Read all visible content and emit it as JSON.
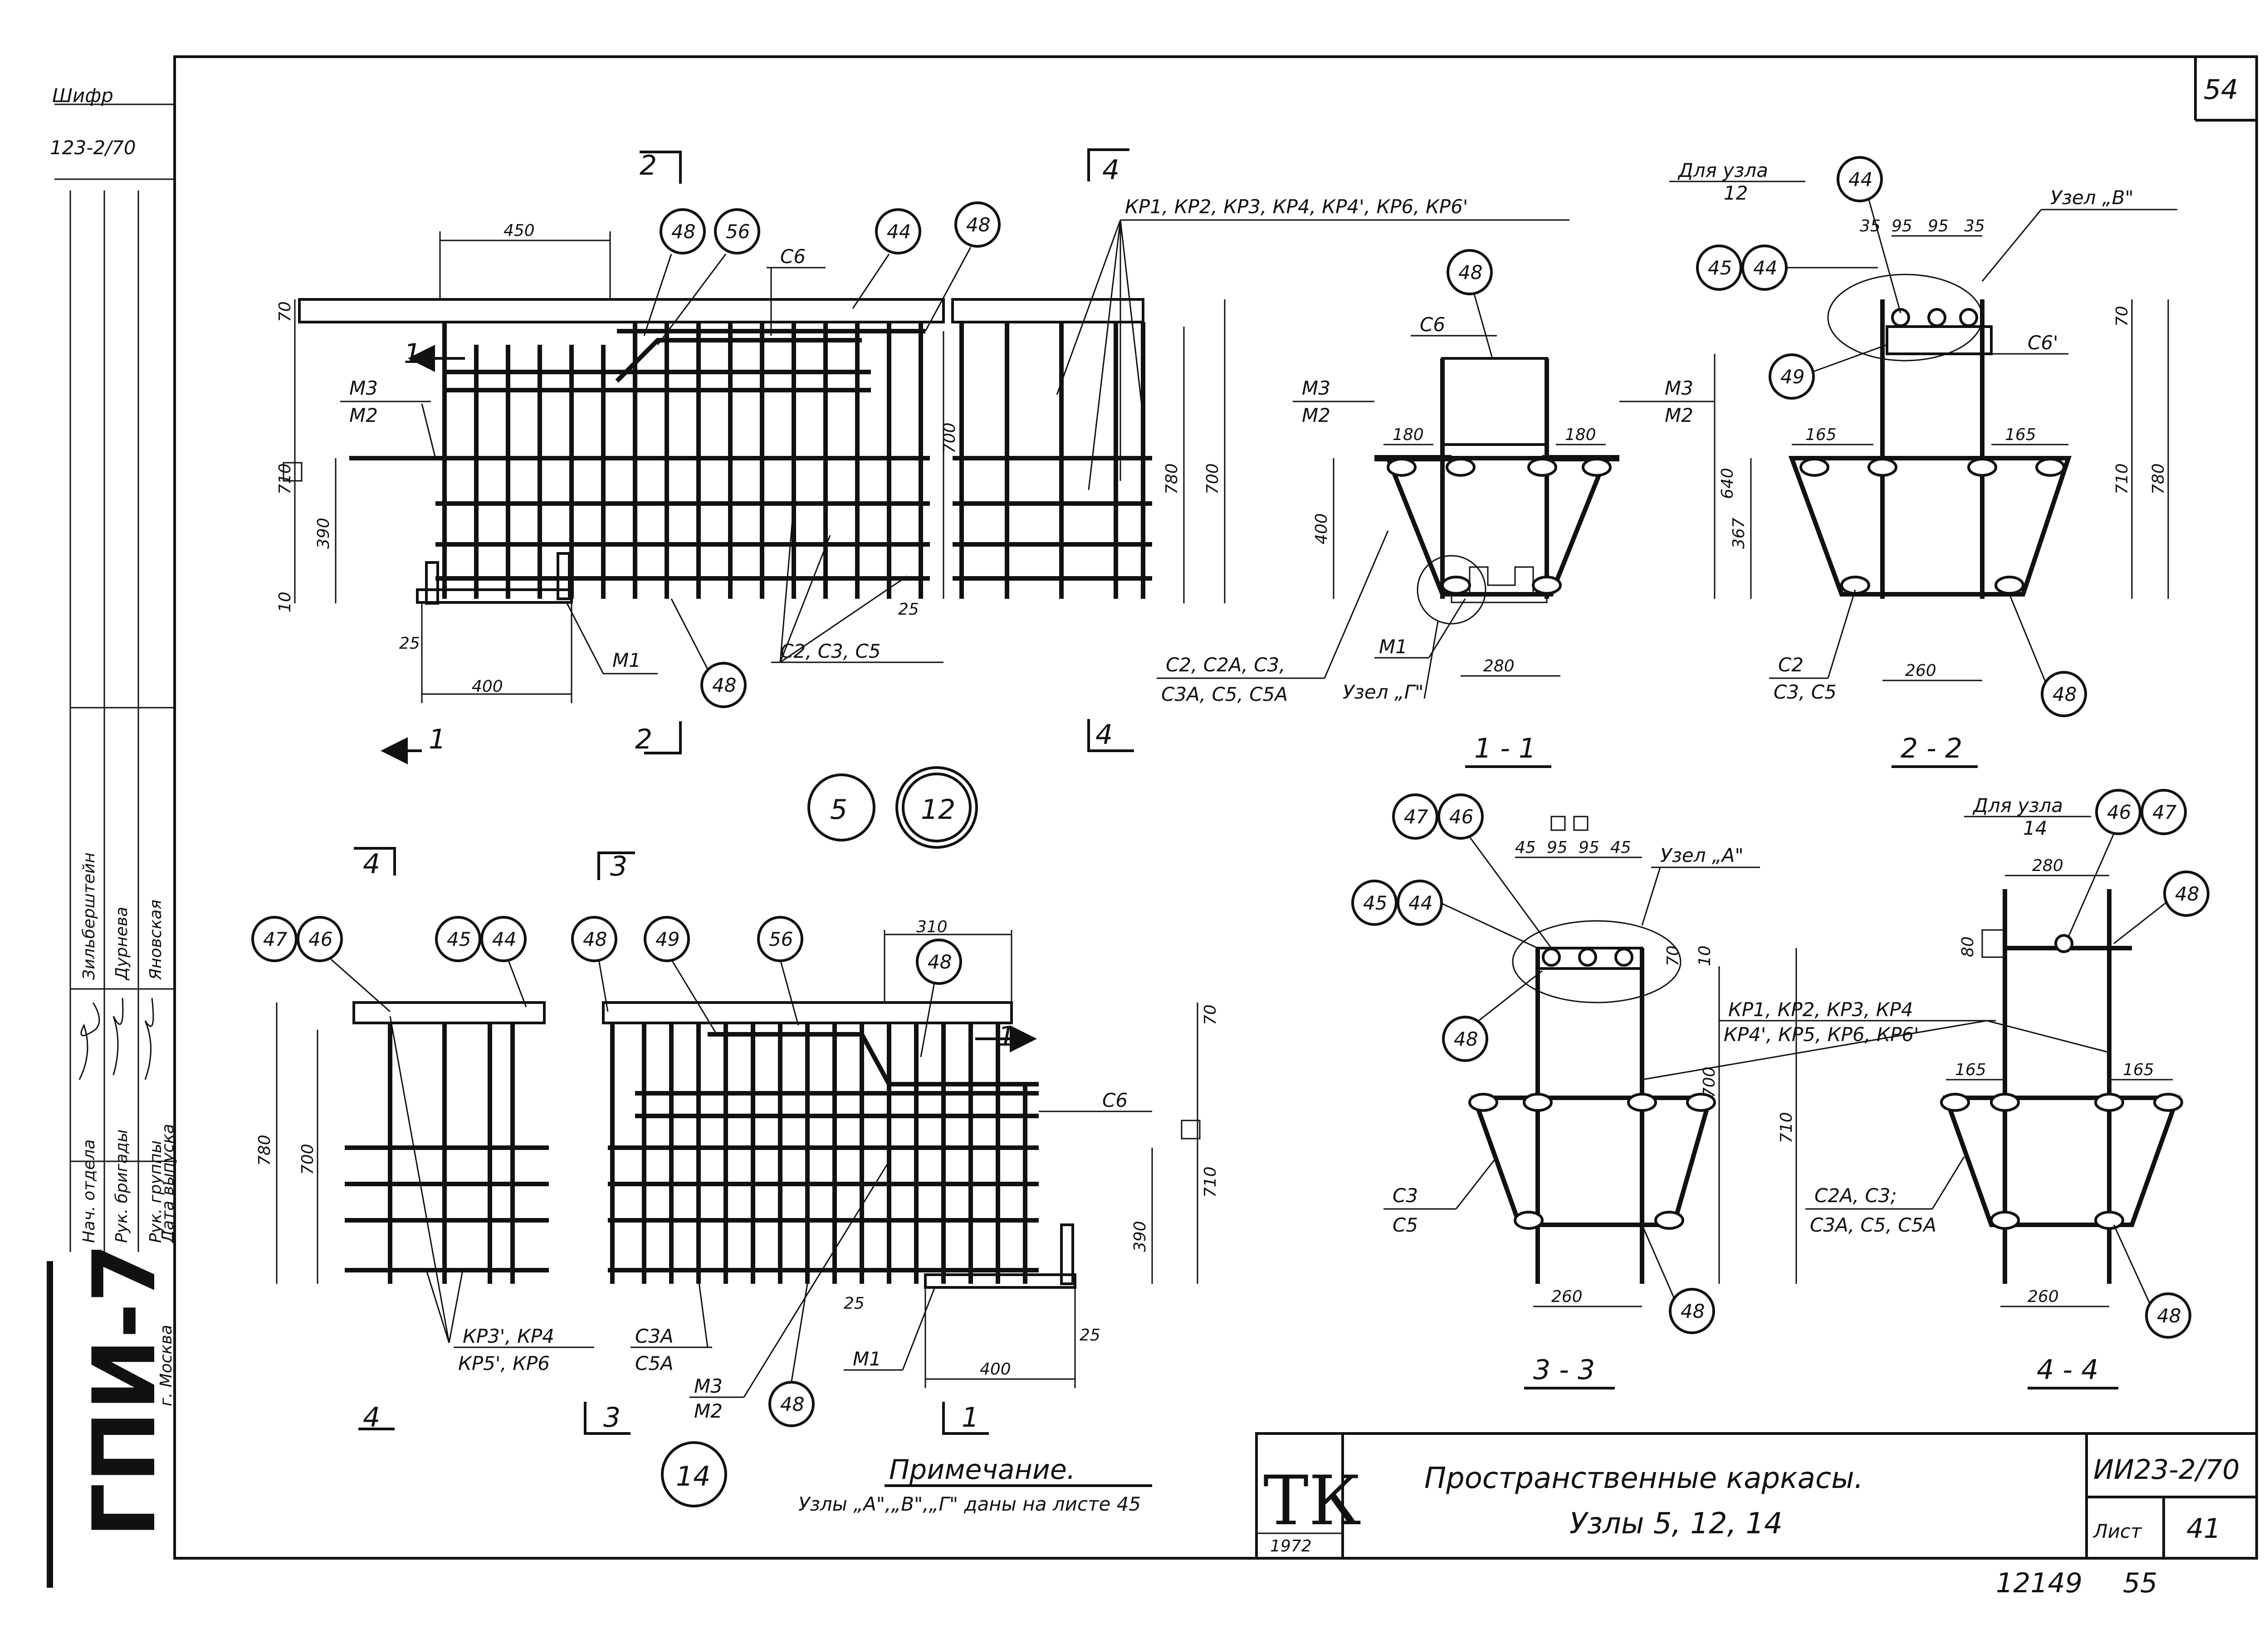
{
  "sheet": {
    "number": "54",
    "stamp_left": "12149",
    "stamp_right": "55"
  },
  "side_stamp": {
    "top_label": "Шифр",
    "code": "123-2/70",
    "rows": [
      {
        "role": "Нач. отдела",
        "name": "Зильберштейн"
      },
      {
        "role": "Рук. бригады",
        "name": "Дурнева"
      },
      {
        "role": "Рук. группы",
        "name": "Яновская"
      },
      {
        "role": "Дата выпуска",
        "name": ""
      }
    ],
    "org": "ГПИ-7",
    "city": "г. Москва"
  },
  "title_block": {
    "logo": "ТК",
    "year": "1972",
    "title_line1": "Пространственные каркасы.",
    "title_line2": "Узлы 5, 12, 14",
    "code": "ИИ23-2/70",
    "sheet_label": "Лист",
    "sheet_num": "41"
  },
  "note": {
    "heading": "Примечание.",
    "text": "Узлы „А\",„В\",„Г\" даны на листе 45"
  },
  "views": {
    "node512": {
      "circle1": "5",
      "circle2": "12",
      "sec_top": [
        "2",
        "4"
      ],
      "sec_left": "1",
      "sec_bottom": [
        "1",
        "2",
        "4"
      ],
      "rebar_label": "КР1, КР2, КР3, КР4, КР4', КР6, КР6'",
      "c6": "С6",
      "m3": "М3",
      "m2": "М2",
      "m1": "М1",
      "c_label": "С2, С3, С5",
      "dims": [
        "450",
        "70",
        "710",
        "390",
        "10",
        "25",
        "400",
        "700",
        "780",
        "700",
        "25"
      ],
      "circles": [
        "48",
        "56",
        "44",
        "48",
        "48"
      ]
    },
    "node14": {
      "circle": "14",
      "sec_top": [
        "4",
        "3"
      ],
      "sec_bottom": [
        "4",
        "3",
        "1"
      ],
      "sec_right": "1",
      "kp_a": "КР3', КР4",
      "kp_b": "КР5', КР6",
      "c3a": "С3А",
      "c5a": "С5А",
      "m3": "М3",
      "m2": "М2",
      "m1": "М1",
      "c6": "С6",
      "dims": [
        "310",
        "70",
        "780",
        "700",
        "710",
        "390",
        "400",
        "25",
        "25"
      ],
      "circles": [
        "47",
        "46",
        "45",
        "44",
        "48",
        "49",
        "56",
        "48",
        "48"
      ]
    },
    "sec11": {
      "title": "1 - 1",
      "c6": "С6",
      "m3": "М3",
      "m2": "М2",
      "m1": "М1",
      "c_list_1": "С2, С2А, С3,",
      "c_list_2": "С3А, С5, С5А",
      "uzel": "Узел „Г\"",
      "dims": [
        "180",
        "180",
        "400",
        "640",
        "280"
      ],
      "circle": "48"
    },
    "sec22": {
      "title": "2 - 2",
      "for_node": "Для узла",
      "for_node_num": "12",
      "uzel": "Узел „В\"",
      "c6": "С6'",
      "c_list_1": "С2",
      "c_list_2": "С3, С5",
      "dims": [
        "35",
        "95",
        "95",
        "35",
        "70",
        "165",
        "165",
        "367",
        "710",
        "780",
        "260"
      ],
      "circles": [
        "44",
        "45",
        "44",
        "49",
        "48"
      ]
    },
    "sec33": {
      "title": "3 - 3",
      "uzel": "Узел „А\"",
      "kp_1": "КР1, КР2, КР3, КР4",
      "kp_2": "КР4', КР5, КР6, КР6'",
      "c_list_1": "С3",
      "c_list_2": "С5",
      "dims": [
        "45",
        "95",
        "95",
        "45",
        "70",
        "10",
        "700",
        "710",
        "260"
      ],
      "circles": [
        "47",
        "46",
        "45",
        "44",
        "48",
        "48"
      ]
    },
    "sec44": {
      "title": "4 - 4",
      "for_node": "Для узла",
      "for_node_num": "14",
      "c_list_1": "С2А, С3;",
      "c_list_2": "С3А, С5, С5А",
      "dims": [
        "280",
        "80",
        "165",
        "165",
        "260"
      ],
      "circles": [
        "46",
        "47",
        "48",
        "48"
      ]
    }
  }
}
